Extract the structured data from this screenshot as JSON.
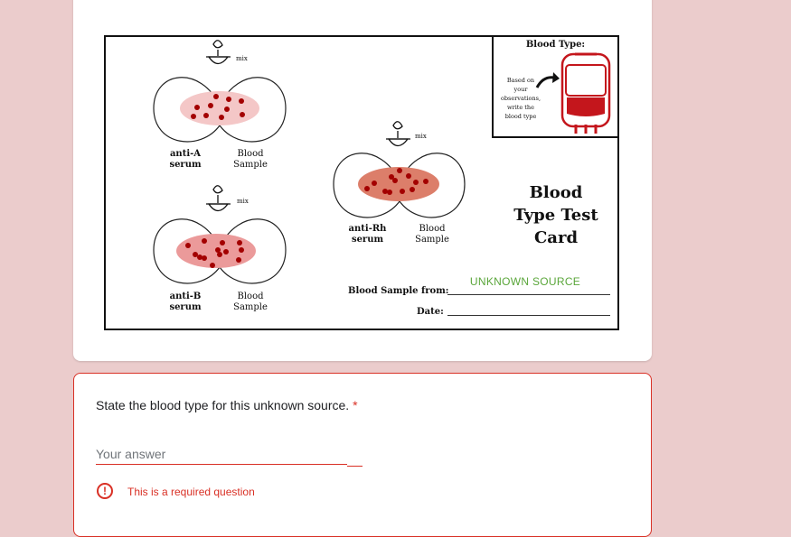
{
  "blood_card": {
    "mix_label": "mix",
    "tests": [
      {
        "serum_label": [
          "anti-A",
          "serum"
        ],
        "sample_label": [
          "Blood",
          "Sample"
        ],
        "clumped": true
      },
      {
        "serum_label": [
          "anti-B",
          "serum"
        ],
        "sample_label": [
          "Blood",
          "Sample"
        ],
        "clumped": true
      },
      {
        "serum_label": [
          "anti-Rh",
          "serum"
        ],
        "sample_label": [
          "Blood",
          "Sample"
        ],
        "clumped": true
      }
    ],
    "blood_type_box": {
      "title": "Blood Type:",
      "note": [
        "Based on",
        "your",
        "observations,",
        "write the",
        "blood type"
      ]
    },
    "card_title": [
      "Blood",
      "Type Test",
      "Card"
    ],
    "sample_from_label": "Blood Sample from:",
    "sample_from_value": "UNKNOWN SOURCE",
    "date_label": "Date:",
    "date_value": ""
  },
  "question": {
    "text": "State the blood type for this unknown source.",
    "required_marker": "*",
    "placeholder": "Your answer",
    "value": "",
    "error": "This is a required question"
  },
  "colors": {
    "page_bg": "#ebcccc",
    "error": "#d93025",
    "source_text": "#5aa63a",
    "clump_dot": "#a30000"
  }
}
